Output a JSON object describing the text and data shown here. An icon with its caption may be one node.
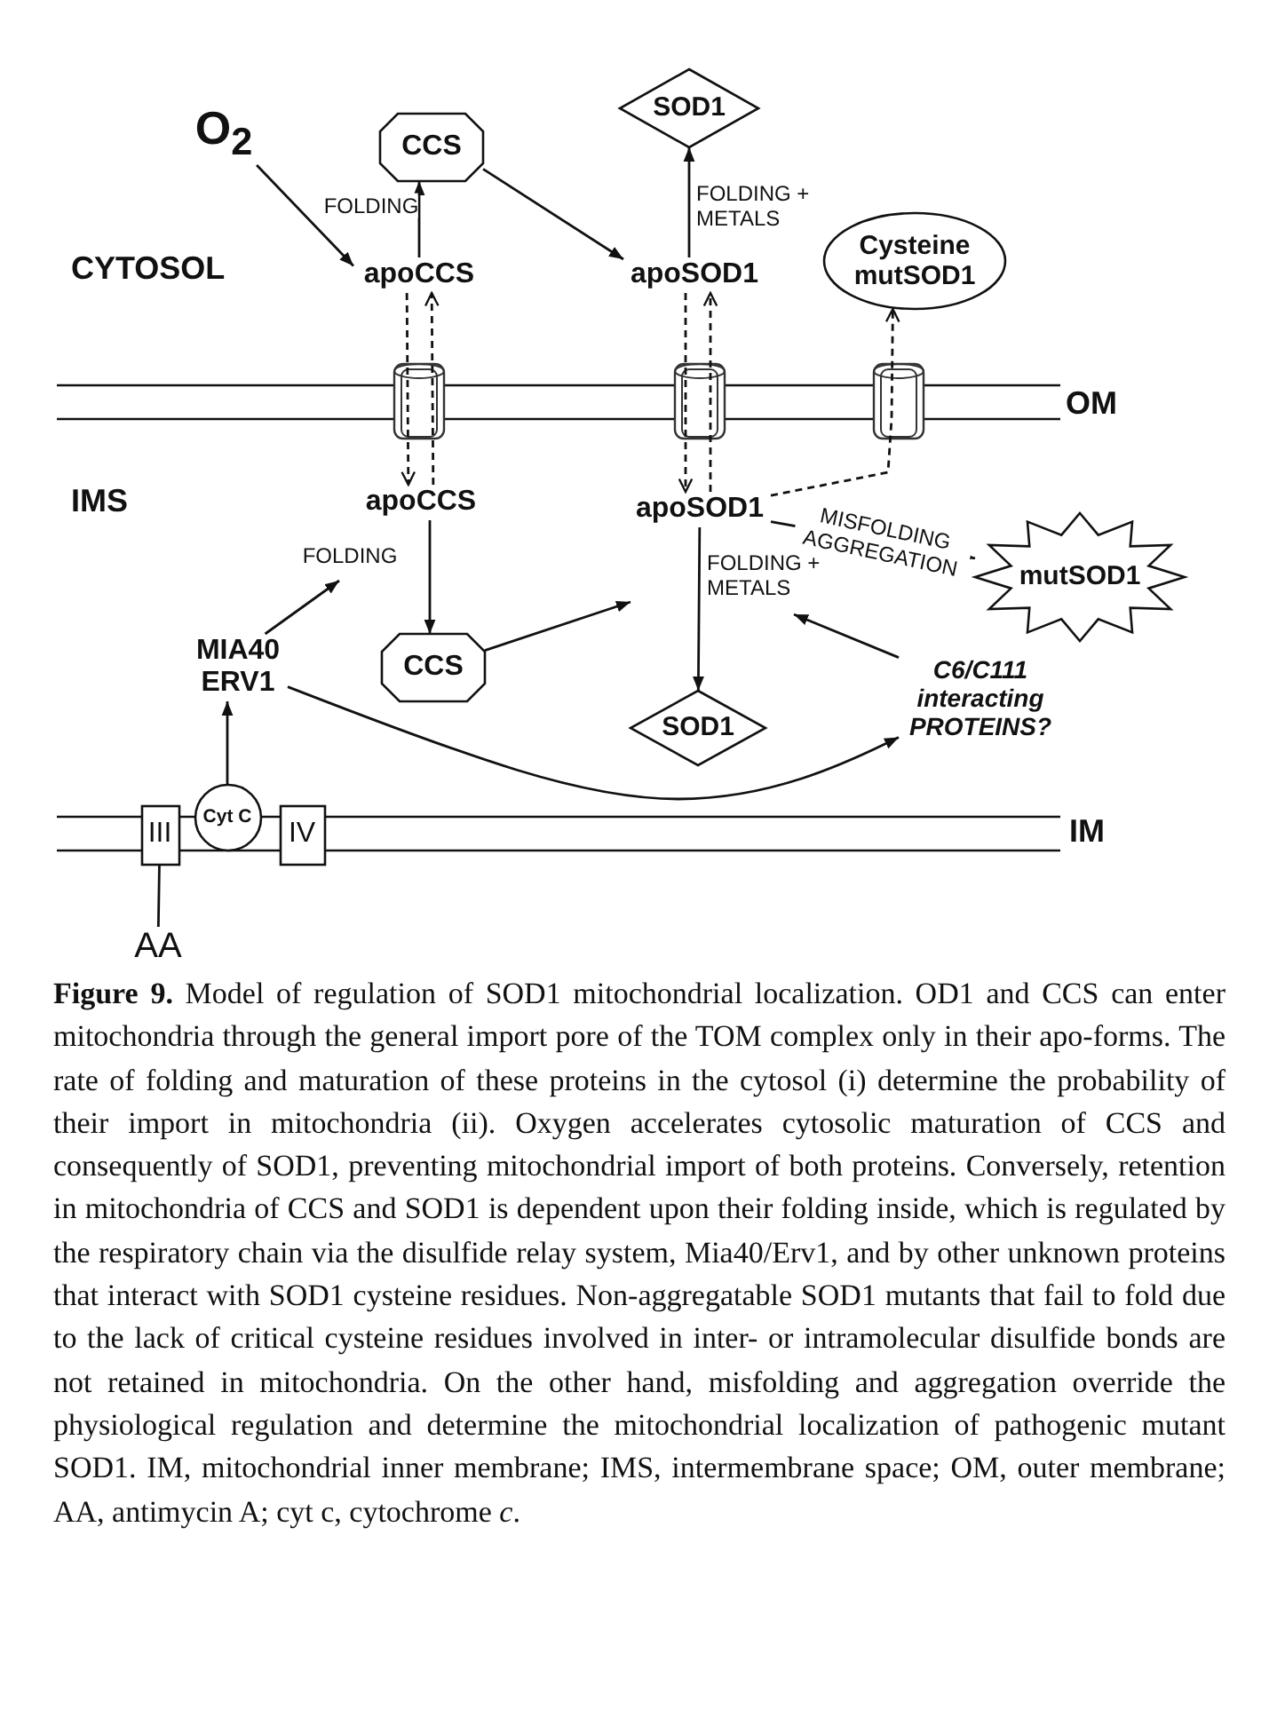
{
  "diagram": {
    "caption": "**Figure 9.** Model of regulation of SOD1 mitochondrial localization. OD1 and CCS can enter mitochondria through the general import pore of the TOM complex only in their apo-forms. The rate of folding and maturation of these proteins in the cytosol (i) determine the probability of their import in mitochondria (ii). Oxygen accelerates cytosolic maturation of CCS and consequently of SOD1, preventing mitochondrial import of both proteins. Conversely, retention in mitochondria of CCS and SOD1 is dependent upon their folding inside, which is regulated by the respiratory chain via the disulfide relay system, Mia40/Erv1, and by other unknown proteins that interact with SOD1 cysteine residues. Non-aggregatable SOD1 mutants that fail to fold due to the lack of critical cysteine residues involved in inter- or intramolecular disulfide bonds are not retained in mitochondria. On the other hand, misfolding and aggregation override the physiological regulation and determine the mitochondrial localization of pathogenic mutant SOD1. IM, mitochondrial inner membrane; IMS, intermembrane space; OM, outer membrane; AA, antimycin A; cyt c, cytochrome *c*.",
    "nodes": [
      {
        "text": [
          "O$_{2}$"
        ]
      },
      {
        "text": [
          "CCS"
        ]
      },
      {
        "text": [
          "SOD1"
        ]
      },
      {
        "text": [
          "apoCCS"
        ]
      },
      {
        "text": [
          "apoSOD1"
        ]
      },
      {
        "text": [
          "Cysteine mutSOD1"
        ]
      },
      {
        "text": [
          "apoCCS"
        ]
      },
      {
        "text": [
          "apoSOD1"
        ]
      },
      {
        "text": [
          "mutSOD1"
        ]
      },
      {
        "text": [
          "MIA40 ERV1"
        ]
      },
      {
        "text": [
          "CCS"
        ]
      },
      {
        "text": [
          "SOD1"
        ]
      },
      {
        "text": [
          "C6/C111 interacting PROTEINS?"
        ]
      },
      {
        "text": [
          "III"
        ]
      },
      {
        "text": [
          "Cyt C"
        ]
      },
      {
        "text": [
          "IV"
        ]
      },
      {
        "text": [
          "AA"
        ]
      }
    ],
    "edges": [
      {
        "from": 0,
        "to": 3,
        "arrow": "to"
      },
      {
        "from": 3,
        "to": 1,
        "arrow": "to",
        "label": "FOLDING"
      },
      {
        "from": 1,
        "to": 4,
        "arrow": "to"
      },
      {
        "from": 4,
        "to": 2,
        "arrow": "to",
        "label": "FOLDING + METALS"
      },
      {
        "from": 6,
        "to": 3,
        "arrow": "to",
        "style": "dashed"
      },
      {
        "from": 3,
        "to": 6,
        "arrow": "to",
        "style": "dashed"
      },
      {
        "from": 7,
        "to": 4,
        "arrow": "to",
        "style": "dashed"
      },
      {
        "from": 4,
        "to": 7,
        "arrow": "to",
        "style": "dashed"
      },
      {
        "from": 7,
        "to": 5,
        "arrow": "to",
        "style": "dashed"
      },
      {
        "from": 6,
        "to": 10,
        "arrow": "to",
        "label": "FOLDING"
      },
      {
        "from": 9,
        "to": null,
        "arrow": "to"
      },
      {
        "from": 10,
        "to": null,
        "arrow": "to"
      },
      {
        "from": 7,
        "to": 11,
        "arrow": "to",
        "label": "FOLDING + METALS"
      },
      {
        "from": 12,
        "to": null,
        "arrow": "to"
      },
      {
        "from": 7,
        "to": 8,
        "arrow": "to",
        "label": "MISFOLDING AGGREGATION"
      },
      {
        "from": 14,
        "to": 9,
        "arrow": "to"
      },
      {
        "from": 9,
        "to": 12,
        "arrow": "to"
      },
      {
        "from": 16,
        "to": 13,
        "arrow": "other"
      }
    ],
    "labels": [
      "CYTOSOL",
      "OM",
      "IMS",
      "IM"
    ]
  }
}
